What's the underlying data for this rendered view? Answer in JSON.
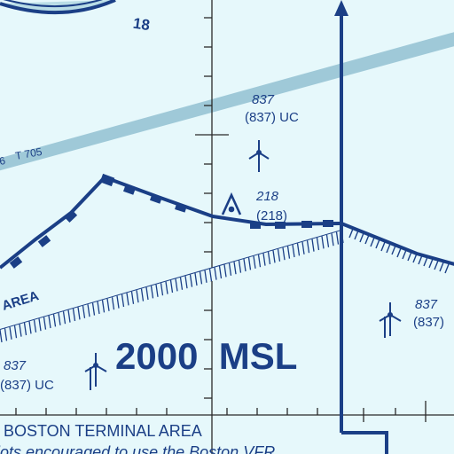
{
  "map": {
    "colors": {
      "background": "#e6f8fb",
      "chart_blue": "#1b3f86",
      "airway": "#9fc9d8",
      "grid": "#2a2a2a"
    },
    "top_number": "18",
    "airway_label": "T 705",
    "airway_prefix": "6",
    "altitude_label": "2000  MSL",
    "terminal_area_label": "BOSTON TERMINAL AREA",
    "advisory_text": "Pilots encouraged to use the Boston VFR",
    "area_label": "AREA",
    "obstacles": [
      {
        "id": "obstacle-north",
        "msl": "837",
        "agl": "(837) UC"
      },
      {
        "id": "obstacle-tower",
        "msl": "218",
        "agl": "(218)"
      },
      {
        "id": "obstacle-east",
        "msl": "837",
        "agl": "(837)"
      },
      {
        "id": "obstacle-west",
        "msl": "837",
        "agl": "(837) UC"
      }
    ],
    "icons": [
      "wind-turbine-icon",
      "obstruction-tower-icon"
    ]
  }
}
